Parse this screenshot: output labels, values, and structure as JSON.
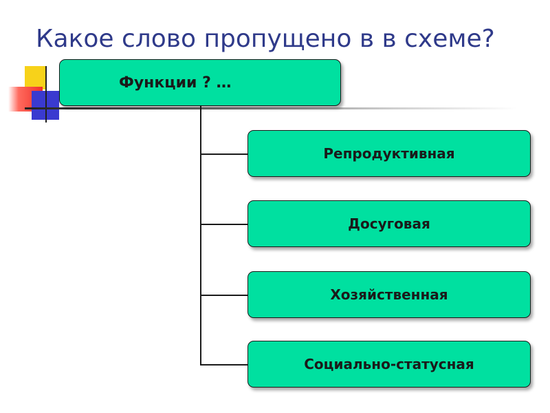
{
  "title": "Какое слово пропущено в  в схеме?",
  "root": {
    "label": "Функции  ? …"
  },
  "items": [
    {
      "label": "Репродуктивная"
    },
    {
      "label": "Досуговая"
    },
    {
      "label": "Хозяйственная"
    },
    {
      "label": "Социально-статусная"
    }
  ],
  "colors": {
    "title": "#2f3a8a",
    "box_fill": "#00e0a0",
    "box_border": "#1a1a1a",
    "deco_yellow": "#f7d21a",
    "deco_red": "#f0322a",
    "deco_blue": "#3a3ad0"
  }
}
